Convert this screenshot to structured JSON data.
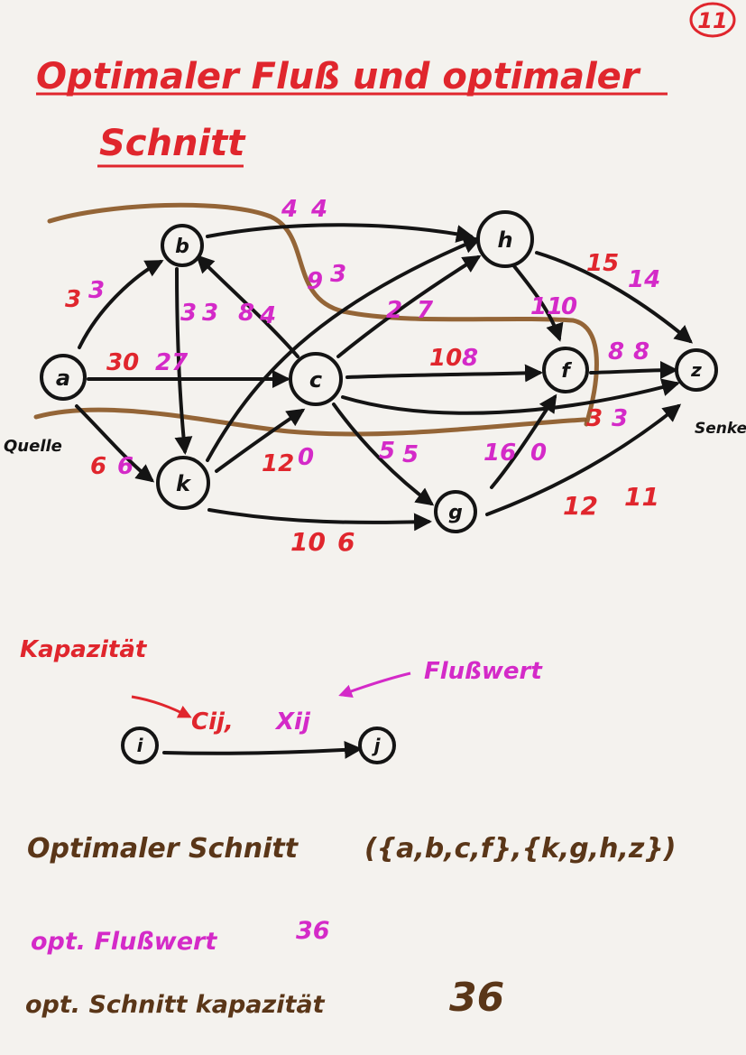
{
  "page_number": "11",
  "title_line1": "Optimaler Fluß und optimaler",
  "title_line2": "Schnitt",
  "nodes": {
    "a": "a",
    "b": "b",
    "c": "c",
    "k": "k",
    "h": "h",
    "f": "f",
    "g": "g",
    "z": "z"
  },
  "source_label": "Quelle",
  "sink_label": "Senke",
  "edges": [
    {
      "id": "a-b",
      "cap": "3",
      "flow": "3"
    },
    {
      "id": "a-c",
      "cap": "30",
      "flow": "27"
    },
    {
      "id": "a-k",
      "cap": "6",
      "flow": "6"
    },
    {
      "id": "b-h",
      "cap": "4",
      "flow": "4"
    },
    {
      "id": "b-k",
      "cap": "3",
      "flow": "3"
    },
    {
      "id": "c-b",
      "cap": "8",
      "flow": "4"
    },
    {
      "id": "k-h",
      "cap": "9",
      "flow": "3"
    },
    {
      "id": "c-h",
      "cap": "2",
      "flow": "7"
    },
    {
      "id": "k-c",
      "cap": "12",
      "flow": "0"
    },
    {
      "id": "c-f",
      "cap": "10",
      "flow": "8"
    },
    {
      "id": "h-f",
      "cap": "11",
      "flow": "0"
    },
    {
      "id": "h-z",
      "cap": "15",
      "flow": "14"
    },
    {
      "id": "f-z",
      "cap": "8",
      "flow": "8"
    },
    {
      "id": "c-z",
      "cap": "3",
      "flow": "3"
    },
    {
      "id": "c-g",
      "cap": "5",
      "flow": "5"
    },
    {
      "id": "g-f",
      "cap": "16",
      "flow": "0"
    },
    {
      "id": "g-z",
      "cap": "12",
      "flow": "11"
    },
    {
      "id": "k-g",
      "cap": "10",
      "flow": "6"
    }
  ],
  "legend": {
    "capacity_label": "Kapazität",
    "flow_value_label": "Flußwert",
    "cap_symbol": "Cij,",
    "flow_symbol": "Xij",
    "node_i": "i",
    "node_j": "j"
  },
  "result": {
    "cut_label": "Optimaler Schnitt",
    "cut_value": "({a,b,c,f},{k,g,h,z})",
    "flow_label": "opt. Flußwert",
    "flow_value": "36",
    "cap_label": "opt. Schnitt kapazität",
    "cap_value": "36"
  },
  "colors": {
    "title": "#e0262d",
    "capacity": "#e0262d",
    "flow": "#d42ac8",
    "edges": "#141414",
    "cut": "#8a5522"
  }
}
